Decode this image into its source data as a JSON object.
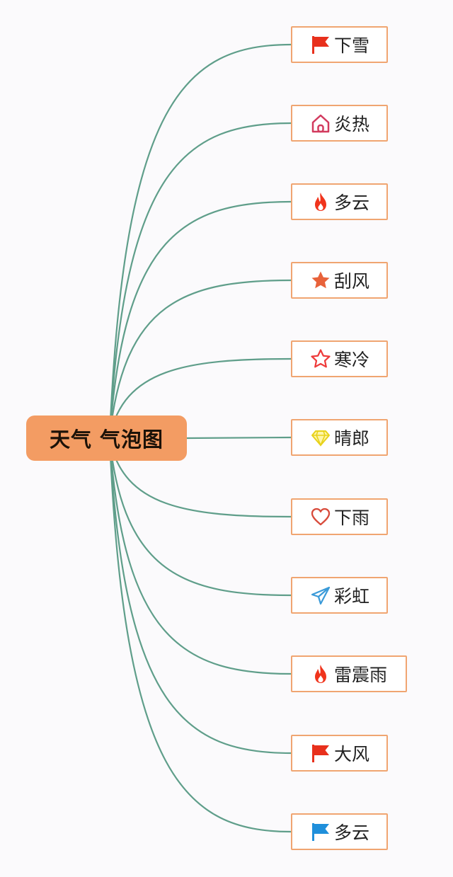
{
  "root": {
    "label": "天气 气泡图"
  },
  "colors": {
    "root_fill": "#f39c63",
    "node_border": "#f0a571",
    "connector": "#5f9e8a",
    "background": "#fbfafc"
  },
  "branches": [
    {
      "label": "下雪",
      "icon": "red-flag-icon"
    },
    {
      "label": "炎热",
      "icon": "house-icon"
    },
    {
      "label": "多云",
      "icon": "flame-icon"
    },
    {
      "label": "刮风",
      "icon": "filled-star-icon"
    },
    {
      "label": "寒冷",
      "icon": "outline-star-icon"
    },
    {
      "label": "晴郎",
      "icon": "diamond-icon"
    },
    {
      "label": "下雨",
      "icon": "heart-icon"
    },
    {
      "label": "彩虹",
      "icon": "paper-plane-icon"
    },
    {
      "label": "雷震雨",
      "icon": "flame-icon"
    },
    {
      "label": "大风",
      "icon": "red-flag-icon"
    },
    {
      "label": "多云",
      "icon": "blue-flag-icon"
    }
  ]
}
